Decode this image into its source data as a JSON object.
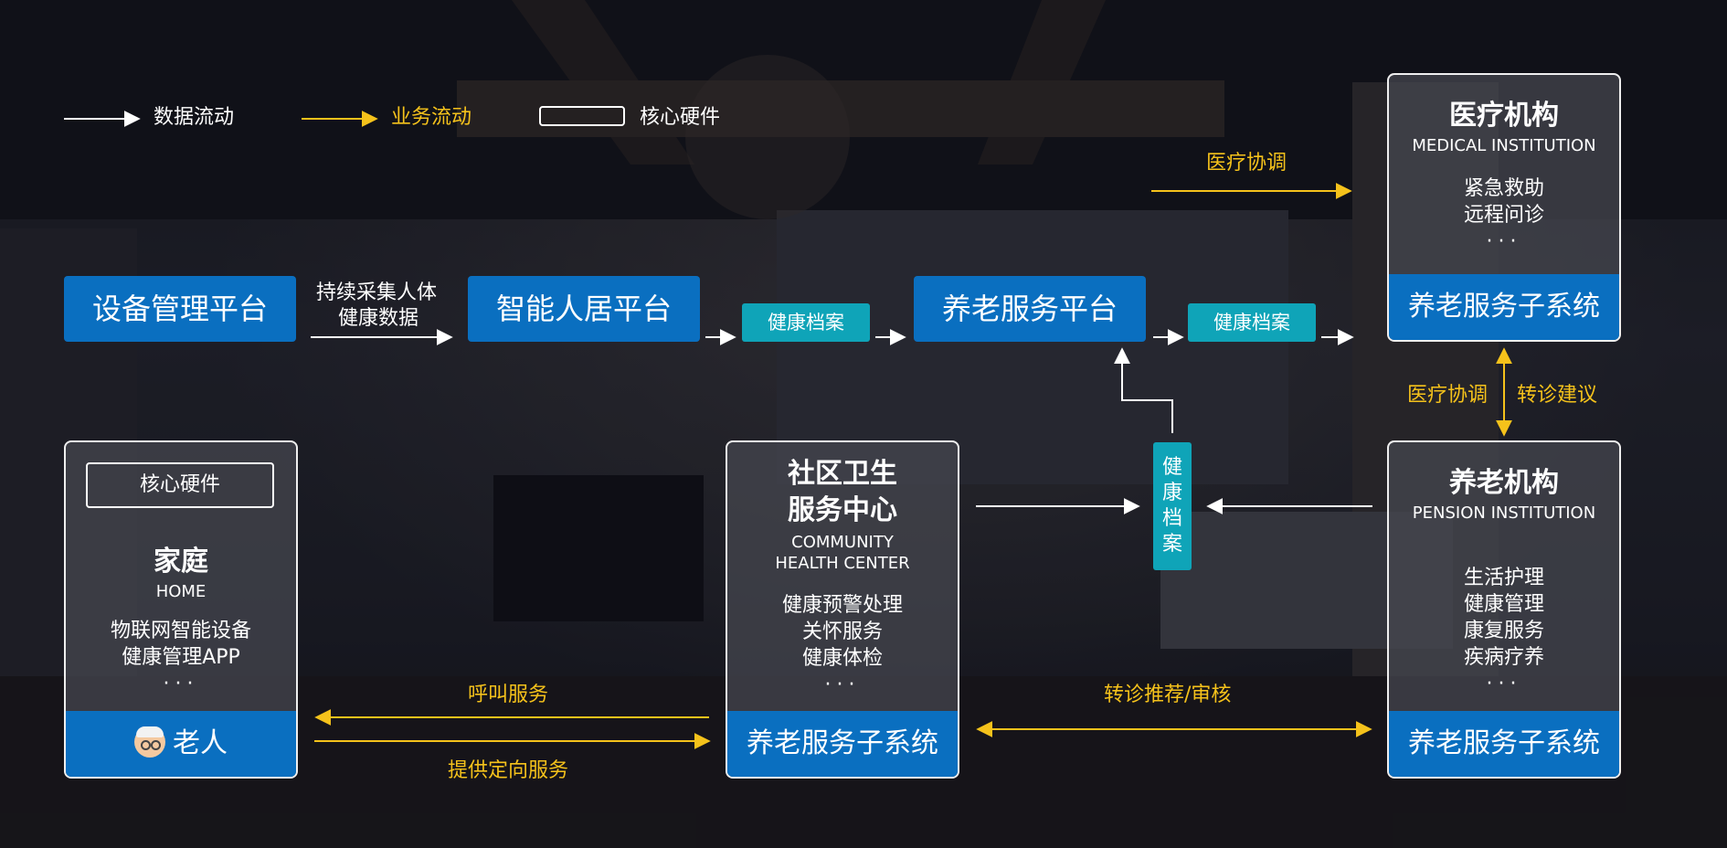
{
  "legend": {
    "data_flow": "数据流动",
    "business_flow": "业务流动",
    "core_hardware": "核心硬件"
  },
  "platforms": {
    "device_mgmt": "设备管理平台",
    "smart_home": "智能人居平台",
    "elder_service": "养老服务平台"
  },
  "labels": {
    "collect_line1": "持续采集人体",
    "collect_line2": "健康数据",
    "health_record": "健康档案",
    "medical_coord": "医疗协调",
    "referral_advice": "转诊建议",
    "call_service": "呼叫服务",
    "directed_service": "提供定向服务",
    "referral_review": "转诊推荐/审核"
  },
  "cards": {
    "home": {
      "core_hardware": "核心硬件",
      "title": "家庭",
      "subtitle": "HOME",
      "items": [
        "物联网智能设备",
        "健康管理APP"
      ],
      "dots": "···",
      "footer": "老人",
      "footer_icon": "elderly-avatar-icon"
    },
    "community": {
      "title_line1": "社区卫生",
      "title_line2": "服务中心",
      "subtitle_line1": "COMMUNITY",
      "subtitle_line2": "HEALTH CENTER",
      "items": [
        "健康预警处理",
        "关怀服务",
        "健康体检"
      ],
      "dots": "···",
      "footer": "养老服务子系统"
    },
    "medical": {
      "title": "医疗机构",
      "subtitle": "MEDICAL INSTITUTION",
      "items": [
        "紧急救助",
        "远程问诊"
      ],
      "dots": "···",
      "footer": "养老服务子系统"
    },
    "pension": {
      "title": "养老机构",
      "subtitle": "PENSION INSTITUTION",
      "items": [
        "生活护理",
        "健康管理",
        "康复服务",
        "疾病疗养"
      ],
      "dots": "···",
      "footer": "养老服务子系统"
    }
  },
  "colors": {
    "platform_blue": "#0a6fc0",
    "tag_teal": "#0fa4b8",
    "business_yellow": "#f5c21b",
    "data_white": "#ffffff"
  }
}
